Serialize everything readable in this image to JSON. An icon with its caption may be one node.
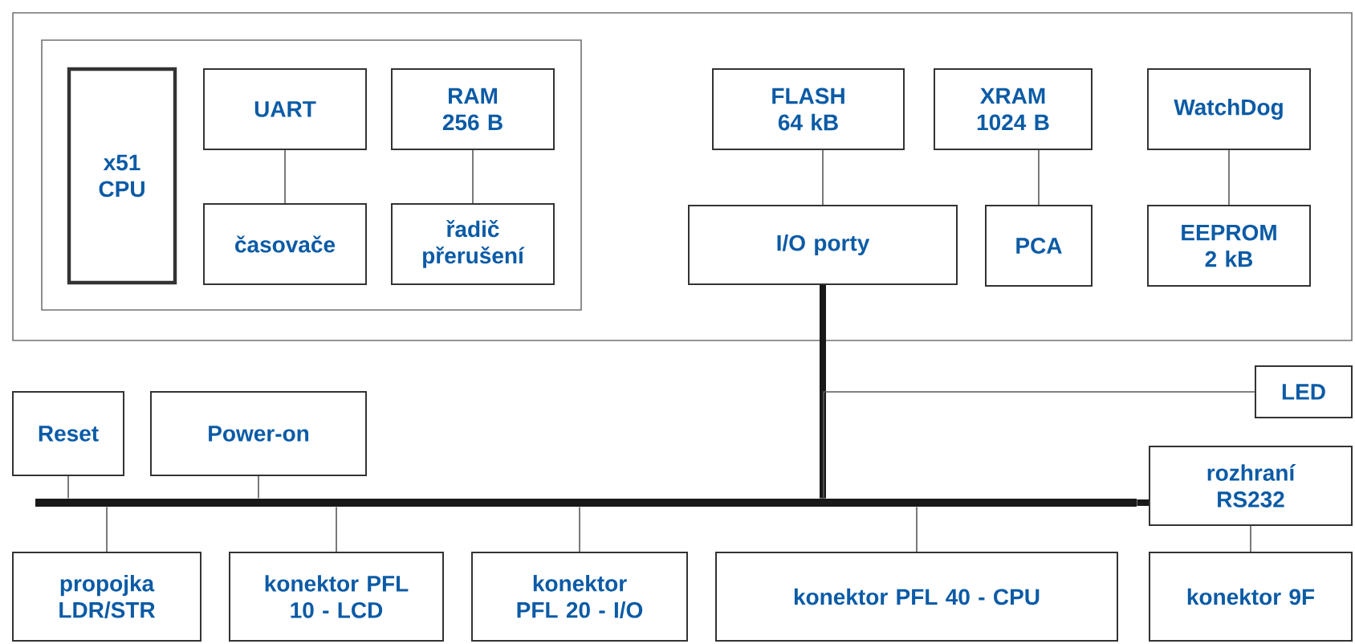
{
  "diagram": {
    "nodes": [
      {
        "text": [],
        "shape": "box"
      },
      {
        "text": [],
        "shape": "box",
        "in": 0
      },
      {
        "text": [
          "x51 CPU"
        ],
        "in": 1
      },
      {
        "text": [
          "UART"
        ],
        "in": 1
      },
      {
        "text": [
          "RAM 256 B"
        ],
        "in": 1
      },
      {
        "text": [
          "časovače"
        ],
        "in": 1
      },
      {
        "text": [
          "řadič přerušení"
        ],
        "in": 1
      },
      {
        "text": [
          "FLASH 64 kB"
        ],
        "in": 0
      },
      {
        "text": [
          "XRAM 1024 B"
        ],
        "in": 0
      },
      {
        "text": [
          "WatchDog"
        ],
        "in": 0
      },
      {
        "text": [
          "I/O porty"
        ],
        "in": 0
      },
      {
        "text": [
          "PCA"
        ],
        "in": 0
      },
      {
        "text": [
          "EEPROM 2 kB"
        ],
        "in": 0
      },
      {
        "text": [
          "LED"
        ]
      },
      {
        "text": [
          "Reset"
        ]
      },
      {
        "text": [
          "Power-on"
        ]
      },
      {
        "text": [
          "rozhraní RS232"
        ]
      },
      {
        "text": [],
        "shape": "bar"
      },
      {
        "text": [
          "propojka LDR/STR"
        ]
      },
      {
        "text": [
          "konektor PFL 10 - LCD"
        ]
      },
      {
        "text": [
          "konektor PFL 20 - I/O"
        ]
      },
      {
        "text": [
          "konektor PFL 40 - CPU"
        ]
      },
      {
        "text": [
          "konektor 9F"
        ]
      }
    ],
    "edges": [
      {
        "from": 3,
        "to": 5,
        "arrow": "none"
      },
      {
        "from": 4,
        "to": 6,
        "arrow": "none"
      },
      {
        "from": 7,
        "to": 10,
        "arrow": "none"
      },
      {
        "from": 8,
        "to": 11,
        "arrow": "none"
      },
      {
        "from": 9,
        "to": 12,
        "arrow": "none"
      },
      {
        "from": 10,
        "to": 17,
        "arrow": "none",
        "style": "thick"
      },
      {
        "from": 13,
        "to": 17,
        "arrow": "none"
      },
      {
        "from": 14,
        "to": 17,
        "arrow": "none"
      },
      {
        "from": 15,
        "to": 17,
        "arrow": "none"
      },
      {
        "from": 17,
        "to": 16,
        "arrow": "none",
        "style": "thick"
      },
      {
        "from": 17,
        "to": 18,
        "arrow": "none"
      },
      {
        "from": 17,
        "to": 19,
        "arrow": "none"
      },
      {
        "from": 17,
        "to": 20,
        "arrow": "none"
      },
      {
        "from": 17,
        "to": 21,
        "arrow": "none"
      },
      {
        "from": 16,
        "to": 22,
        "arrow": "none"
      }
    ]
  }
}
